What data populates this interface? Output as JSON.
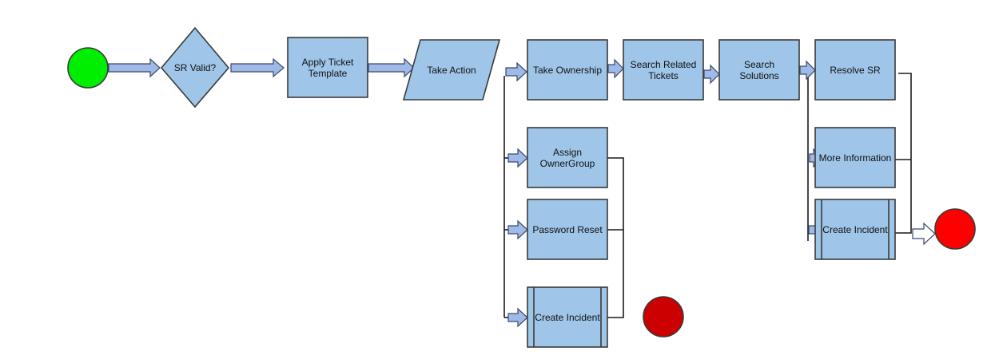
{
  "colors": {
    "box_fill": "#9fc5e8",
    "start_fill": "#00ee00",
    "end_fill": "#ff0000",
    "dark_end_fill": "#cc0000",
    "arrow_fill": "#9fb9e8",
    "arrow_outline_fill": "#ffffff"
  },
  "nodes": {
    "sr_valid": "SR Valid?",
    "apply_ticket_template": [
      "Apply Ticket",
      "Template"
    ],
    "take_action": "Take Action",
    "take_ownership": "Take Ownership",
    "search_related_tickets": [
      "Search Related",
      "Tickets"
    ],
    "search_solutions": [
      "Search",
      "Solutions"
    ],
    "resolve_sr": "Resolve SR",
    "assign_ownergroup": [
      "Assign",
      "OwnerGroup"
    ],
    "password_reset": "Password Reset",
    "create_incident_left": "Create Incident",
    "more_information": "More Information",
    "create_incident_right": "Create Incident"
  }
}
